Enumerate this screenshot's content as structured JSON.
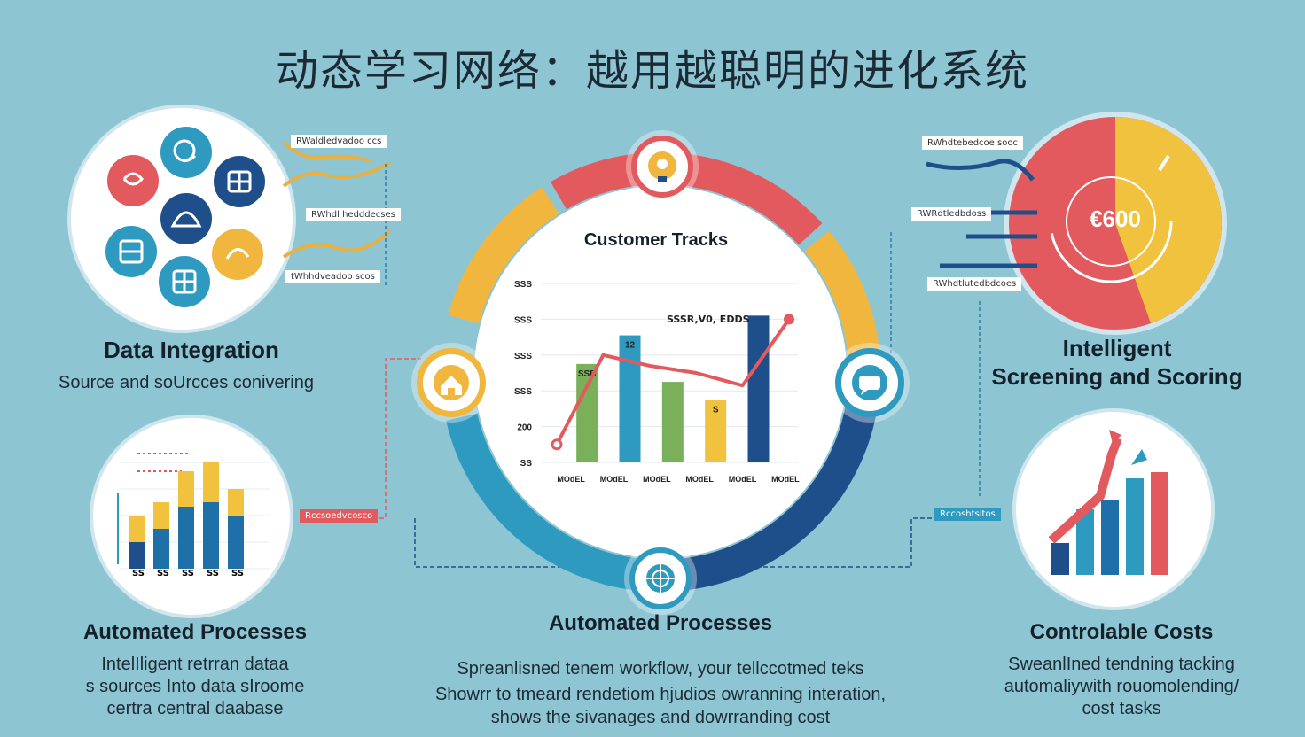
{
  "title": "动态学习网络：越用越聪明的进化系统",
  "left_top": {
    "heading": "Data Integration",
    "desc": "Source and soUrcces conivering",
    "tags": [
      "RWaldledvadoo ccs",
      "RWhdl hedddecses",
      "tWhhdveadoo scos"
    ]
  },
  "left_bottom": {
    "heading": "Automated Processes",
    "desc_lines": [
      "IntelIligent retrran  dataa",
      "s sources Into data sIroome",
      "certra central  daabase"
    ],
    "tag": "Rccsoedvcosco",
    "bar_labels": [
      "SS",
      "SS",
      "SS",
      "SS",
      "SS"
    ]
  },
  "center": {
    "chart_title": "Customer Tracks",
    "annotation": "SSSR,V0, EDDS",
    "heading": "Automated Processes",
    "desc_lines": [
      "Spreanlisned tenem workflow, your tellccotmed teks",
      "Showrr to tmeard rendetiom hjudios owranning interation,",
      "shows the sivanages and dowrranding cost"
    ]
  },
  "right_top": {
    "heading_lines": [
      "Intelligent",
      "Screening and Scoring"
    ],
    "gauge_value": "€600",
    "tags": [
      "RWhdtebedcoe sooc",
      "RWRdtledbdoss",
      "RWhdtlutedbdcoes"
    ]
  },
  "right_bottom": {
    "heading": "Controlable Costs",
    "desc_lines": [
      "SweanlIned tendning tacking",
      "automaliywith rouomolending/",
      "cost tasks"
    ],
    "tag": "Rccoshtsitos"
  },
  "chart_data": {
    "type": "bar",
    "title": "Customer Tracks",
    "categories": [
      "MOdEL",
      "MOdEL",
      "MOdEL",
      "MOdEL",
      "MOdEL",
      "MOdEL"
    ],
    "series": [
      {
        "values": [
          275,
          355,
          225,
          175,
          410
        ]
      }
    ],
    "line": [
      50,
      300,
      270,
      250,
      215,
      400
    ],
    "bar_labels": [
      "SSB",
      "12",
      "",
      "S",
      ""
    ],
    "ytick_labels": [
      "SS",
      "200",
      "SSS",
      "SSS",
      "SSS",
      "SSS"
    ],
    "bar_colors": [
      "#7bb05a",
      "#2f9ac0",
      "#7bb05a",
      "#f0c23e",
      "#1f4f8a"
    ],
    "line_color": "#e35a5e",
    "ylim": [
      0,
      500
    ]
  }
}
